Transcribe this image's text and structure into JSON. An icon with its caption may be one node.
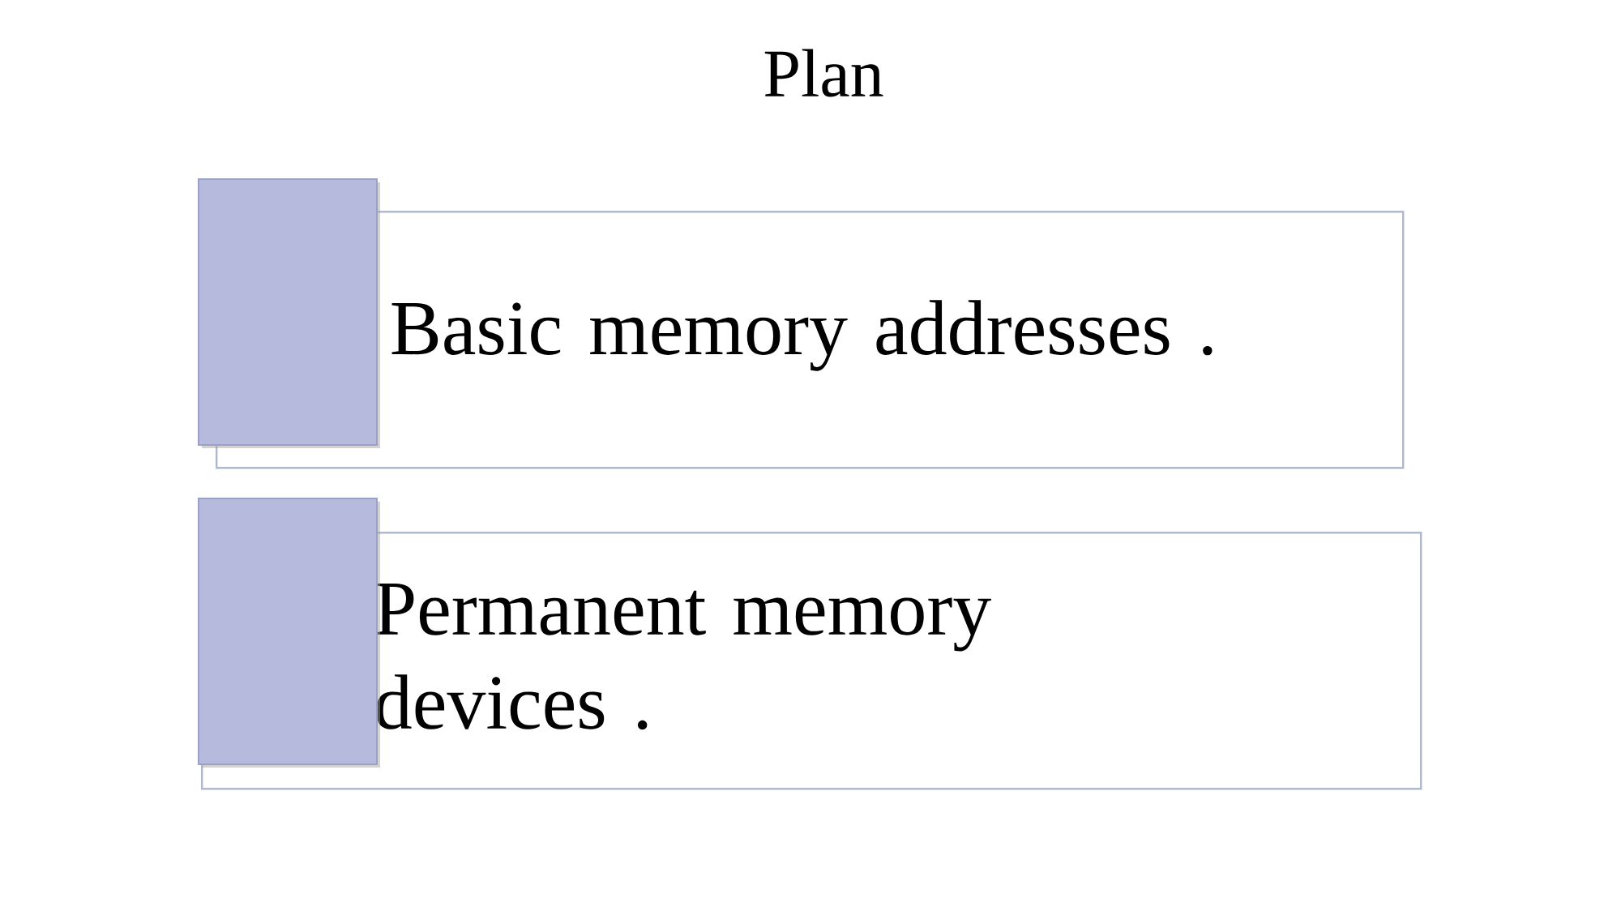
{
  "diagram": {
    "title": "Plan",
    "nodes": [
      {
        "text": [],
        "shape": "box"
      },
      {
        "text": [
          "Basic memory addresses ."
        ]
      },
      {
        "text": [],
        "shape": "box"
      },
      {
        "text": [
          "Permanent memory devices ."
        ]
      }
    ]
  }
}
